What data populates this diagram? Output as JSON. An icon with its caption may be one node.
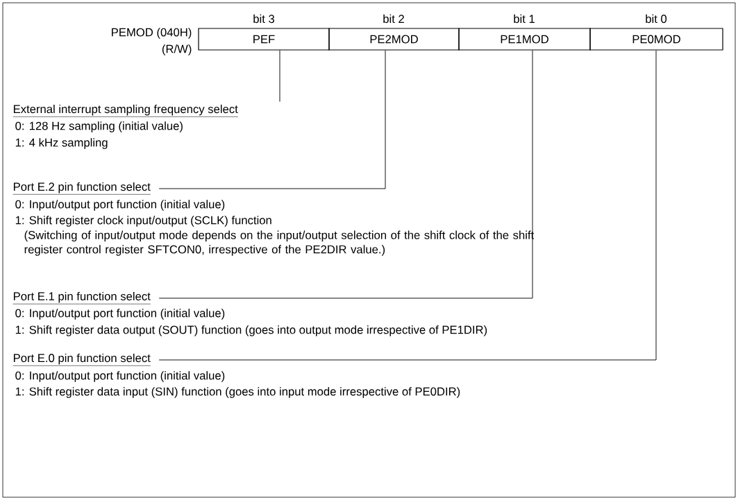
{
  "diagram": {
    "nodes": [
      {
        "text": [
          "PEF"
        ]
      },
      {
        "text": [
          "PE2MOD"
        ]
      },
      {
        "text": [
          "PE1MOD"
        ]
      },
      {
        "text": [
          "PE0MOD"
        ]
      },
      {
        "text": [
          "External interrupt sampling frequency select"
        ],
        "beside": [
          "0: 128 Hz sampling (initial value)",
          "1: 4 kHz sampling"
        ]
      },
      {
        "text": [
          "Port E.2 pin function select"
        ],
        "beside": [
          "0: Input/output port function (initial value)",
          "1: Shift register clock input/output (SCLK) function",
          "(Switching of input/output mode depends on the input/output selection of the shift clock of the shift register control register SFTCON0, irrespective of the PE2DIR value.)"
        ]
      },
      {
        "text": [
          "Port E.1 pin function select"
        ],
        "beside": [
          "0: Input/output port function (initial value)",
          "1: Shift register data output (SOUT) function (goes into output mode irrespective of PE1DIR)"
        ]
      },
      {
        "text": [
          "Port E.0 pin function select"
        ],
        "beside": [
          "0: Input/output port function (initial value)",
          "1: Shift register data input (SIN) function (goes into input mode irrespective of PE0DIR)"
        ]
      }
    ],
    "edges": [
      {
        "from": 0,
        "to": 4,
        "arrow": "none"
      },
      {
        "from": 1,
        "to": 5,
        "arrow": "none"
      },
      {
        "from": 2,
        "to": 6,
        "arrow": "none"
      },
      {
        "from": 3,
        "to": 7,
        "arrow": "none"
      }
    ],
    "labels": [
      "PEMOD (040H)",
      "(R/W)",
      "bit 3",
      "bit 2",
      "bit 1",
      "bit 0"
    ]
  }
}
